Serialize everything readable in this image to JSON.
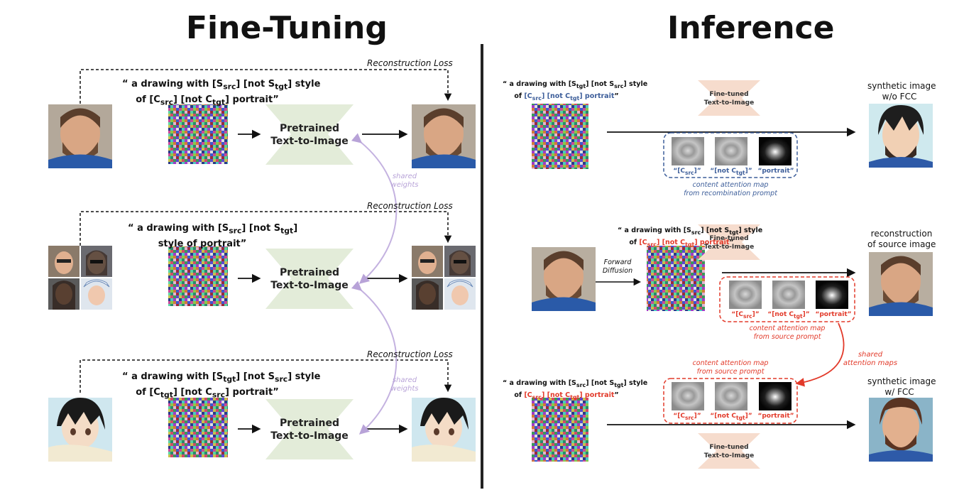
{
  "titles": {
    "left": "Fine-Tuning",
    "right": "Inference"
  },
  "finetune": {
    "loss_label": "Reconstruction Loss",
    "model_label_1": "Pretrained",
    "model_label_2": "Text-to-Image",
    "shared_weights_1": "shared",
    "shared_weights_2": "weights",
    "rows": [
      {
        "prompt_l1": "“ a drawing with [S",
        "s1": "src",
        "prompt_l1b": "] [not S",
        "s2": "tgt",
        "prompt_l1c": "] style",
        "prompt_l2": "of [C",
        "s3": "src",
        "prompt_l2b": "] [not C",
        "s4": "tgt",
        "prompt_l2c": "] portrait”"
      },
      {
        "prompt_l1": "“ a drawing with [S",
        "s1": "src",
        "prompt_l1b": "] [not S",
        "s2": "tgt",
        "prompt_l1c": "]",
        "prompt_l2": "style of portrait”"
      },
      {
        "prompt_l1": "“ a drawing with [S",
        "s1": "tgt",
        "prompt_l1b": "] [not S",
        "s2": "src",
        "prompt_l1c": "] style",
        "prompt_l2": "of [C",
        "s3": "tgt",
        "prompt_l2b": "] [not C",
        "s4": "src",
        "prompt_l2c": "] portrait”"
      }
    ]
  },
  "inference": {
    "ft_label_1": "Fine-tuned",
    "ft_label_2": "Text-to-Image",
    "forward_1": "Forward",
    "forward_2": "Diffusion",
    "row1": {
      "prompt_l1": "“ a drawing with [S",
      "s1": "tgt",
      "prompt_l1b": "] [not S",
      "s2": "src",
      "prompt_l1c": "] style",
      "prompt_l2a": "of ",
      "prompt_l2b": "[C",
      "s3": "src",
      "prompt_l2c": "] [not C",
      "s4": "tgt",
      "prompt_l2d": "] portrait",
      "prompt_l2e": "”",
      "label_a": "“[C",
      "label_a_sub": "src",
      "label_a_end": "]”",
      "label_b": "“[not C",
      "label_b_sub": "tgt",
      "label_b_end": "]”",
      "label_c": "“portrait”",
      "caption_1": "content attention map",
      "caption_2": "from recombination prompt",
      "output_1": "synthetic image",
      "output_2": "w/o FCC"
    },
    "row2": {
      "prompt_l1": "“ a drawing with [S",
      "s1": "src",
      "prompt_l1b": "] [not S",
      "s2": "tgt",
      "prompt_l1c": "] style",
      "prompt_l2a": "of ",
      "prompt_l2b": "[C",
      "s3": "src",
      "prompt_l2c": "] [not C",
      "s4": "tgt",
      "prompt_l2d": "] portrait",
      "prompt_l2e": "”",
      "label_a": "“[C",
      "label_a_sub": "src",
      "label_a_end": "]”",
      "label_b": "“[not C",
      "label_b_sub": "tgt",
      "label_b_end": "]”",
      "label_c": "“portrait”",
      "caption_1": "content attention map",
      "caption_2": "from source prompt",
      "output_1": "reconstruction",
      "output_2": "of source image"
    },
    "shared_maps_1": "shared",
    "shared_maps_2": "attention maps",
    "row3": {
      "prompt_l1": "“ a drawing with [S",
      "s1": "src",
      "prompt_l1b": "] [not S",
      "s2": "tgt",
      "prompt_l1c": "] style",
      "prompt_l2a": "of ",
      "prompt_l2b": "[C",
      "s3": "src",
      "prompt_l2c": "] [not C",
      "s4": "tgt",
      "prompt_l2d": "] portrait",
      "prompt_l2e": "”",
      "label_a": "“[C",
      "label_a_sub": "src",
      "label_a_end": "]”",
      "label_b": "“[not C",
      "label_b_sub": "tgt",
      "label_b_end": "]”",
      "label_c": "“portrait”",
      "caption_1": "content attention map",
      "caption_2": "from source prompt",
      "output_1": "synthetic image",
      "output_2": "w/ FCC"
    }
  },
  "colors": {
    "model": "#e3ecd9",
    "finetuned": "#f6dccd",
    "blue": "#3d5e9a",
    "red": "#e23a2a",
    "shared": "#b8a3d8"
  }
}
